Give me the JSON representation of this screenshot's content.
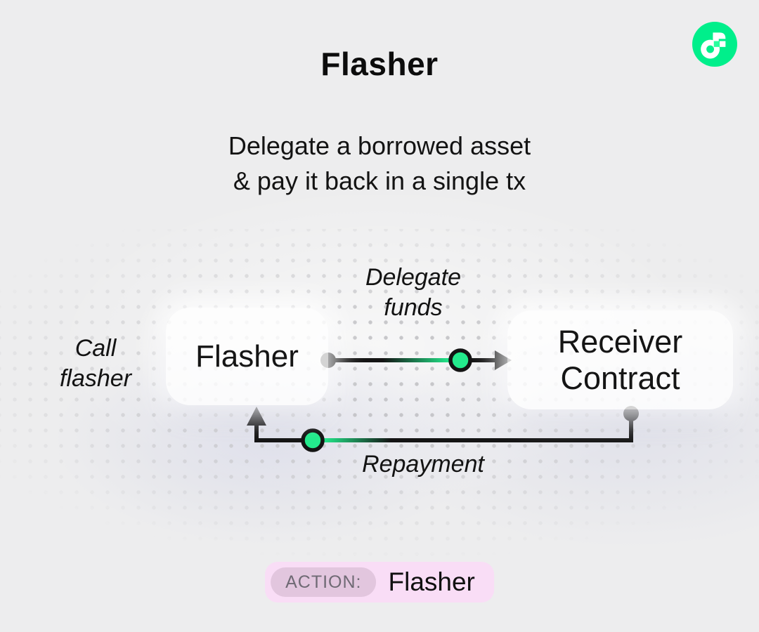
{
  "page": {
    "background": "#ededee"
  },
  "header": {
    "title": "Flasher",
    "subtitle_line1": "Delegate a borrowed asset",
    "subtitle_line2": "& pay it back in a single tx"
  },
  "logo": {
    "name": "flow-logo",
    "circle_color": "#00EF8B",
    "mark_color": "#FFFFFF",
    "gap_square_color": "#29FF9E"
  },
  "diagram": {
    "accent_green": "#23EA8C",
    "line_color": "#141414",
    "nodes": [
      {
        "id": "flasher",
        "label": "Flasher"
      },
      {
        "id": "receiver",
        "label": "Receiver Contract"
      }
    ],
    "edge_delegate": {
      "line1": "Delegate",
      "line2": "funds"
    },
    "edge_repayment": {
      "label": "Repayment"
    },
    "call_label": {
      "line1": "Call",
      "line2": "flasher"
    }
  },
  "action_badge": {
    "prefix": "ACTION:",
    "value": "Flasher",
    "badge_bg": "#F9DDF6",
    "prefix_bg": "#E2C6DE",
    "prefix_color": "#6F6A74"
  }
}
